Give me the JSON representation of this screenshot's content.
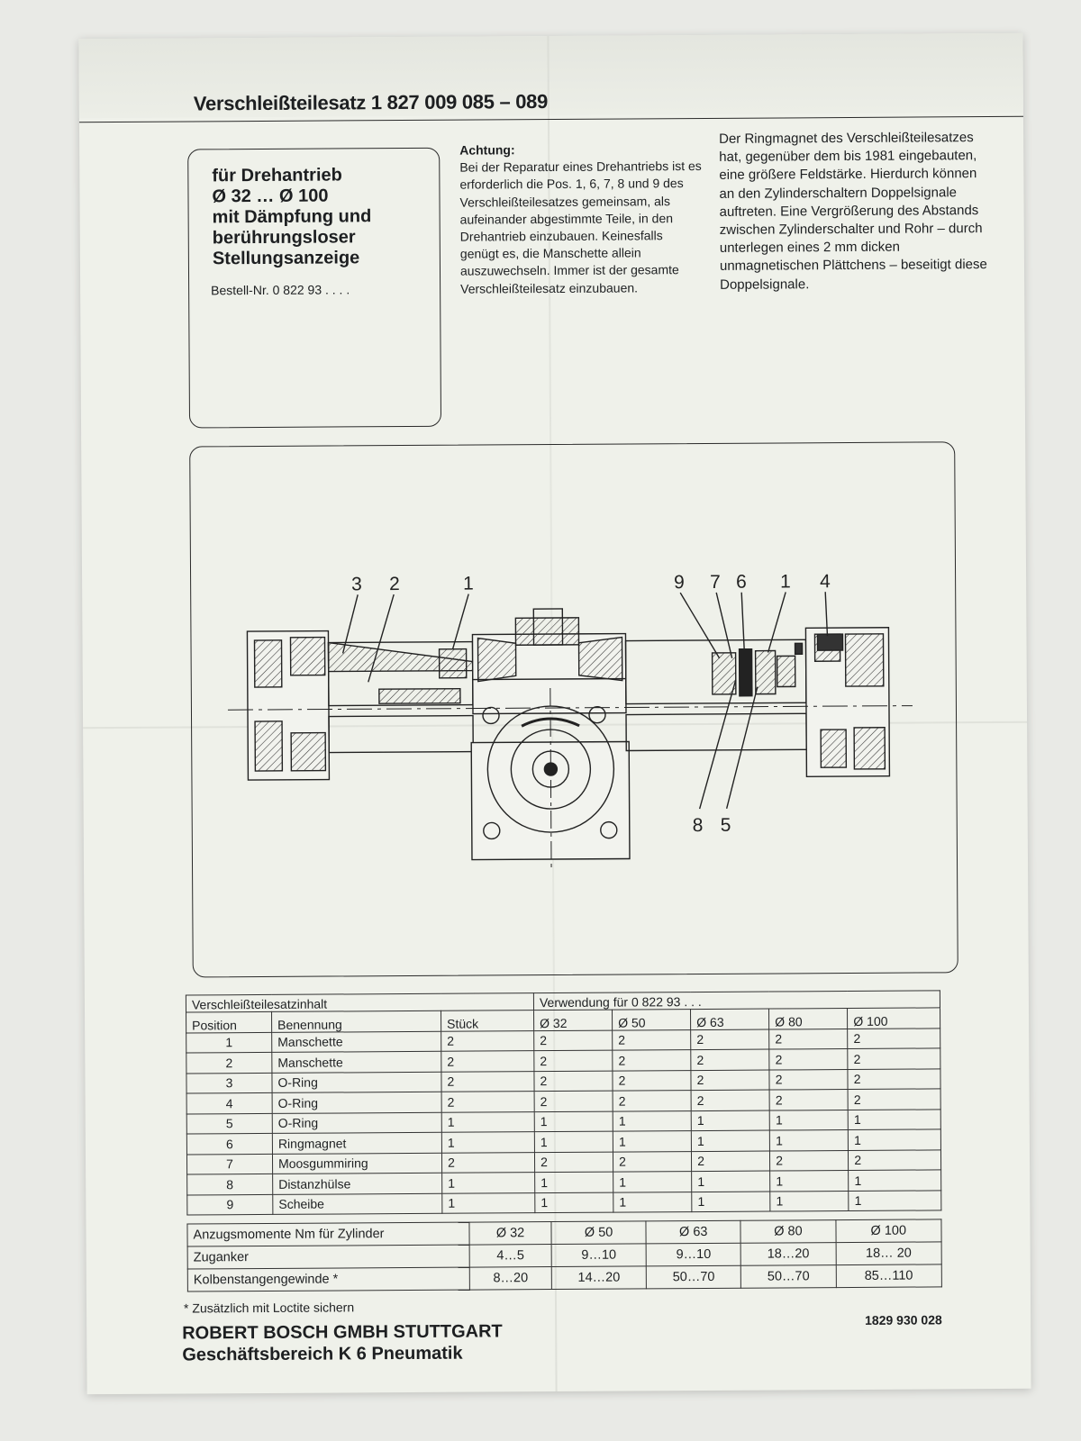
{
  "header": {
    "title": "Verschleißteilesatz 1 827 009 085 – 089"
  },
  "product_box": {
    "lines": "für Drehantrieb\nØ 32 … Ø 100\nmit Dämpfung und\nberührungsloser\nStellungsanzeige",
    "order_number": "Bestell-Nr. 0 822 93 . . . ."
  },
  "attention": {
    "heading": "Achtung:",
    "text": "Bei der Reparatur eines Drehantriebs ist es erforderlich die Pos. 1, 6, 7, 8 und 9 des Verschleißteilesatzes gemeinsam, als aufeinander abgestimmte Teile, in den Drehantrieb einzubauen. Keinesfalls genügt es, die Manschette allein auszuwechseln. Immer ist der gesamte Verschleißteilesatz einzubauen."
  },
  "note": {
    "text": "Der Ringmagnet des Verschleißteilesatzes hat, gegenüber dem bis 1981 eingebauten, eine größere Feldstärke. Hierdurch können an den Zylinderschaltern Doppelsignale auftreten. Eine Vergrößerung des Abstands zwischen Zylinderschalter und Rohr – durch unterlegen eines 2 mm dicken unmagnetischen Plättchens – beseitigt diese Doppelsignale."
  },
  "diagram": {
    "callouts_top": [
      "3",
      "2",
      "1",
      "9",
      "7",
      "6",
      "1",
      "4"
    ],
    "callouts_bottom": [
      "8",
      "5"
    ]
  },
  "parts_table": {
    "title": "Verschleißteilesatzinhalt",
    "usage_title": "Verwendung für 0 822 93 . . .",
    "col_position": "Position",
    "col_name": "Benennung",
    "col_qty": "Stück",
    "sizes": [
      "Ø 32",
      "Ø 50",
      "Ø 63",
      "Ø 80",
      "Ø 100"
    ],
    "rows": [
      {
        "pos": "1",
        "name": "Manschette",
        "qty": "2",
        "usage": [
          "2",
          "2",
          "2",
          "2",
          "2"
        ]
      },
      {
        "pos": "2",
        "name": "Manschette",
        "qty": "2",
        "usage": [
          "2",
          "2",
          "2",
          "2",
          "2"
        ]
      },
      {
        "pos": "3",
        "name": "O-Ring",
        "qty": "2",
        "usage": [
          "2",
          "2",
          "2",
          "2",
          "2"
        ]
      },
      {
        "pos": "4",
        "name": "O-Ring",
        "qty": "2",
        "usage": [
          "2",
          "2",
          "2",
          "2",
          "2"
        ]
      },
      {
        "pos": "5",
        "name": "O-Ring",
        "qty": "1",
        "usage": [
          "1",
          "1",
          "1",
          "1",
          "1"
        ]
      },
      {
        "pos": "6",
        "name": "Ringmagnet",
        "qty": "1",
        "usage": [
          "1",
          "1",
          "1",
          "1",
          "1"
        ]
      },
      {
        "pos": "7",
        "name": "Moosgummiring",
        "qty": "2",
        "usage": [
          "2",
          "2",
          "2",
          "2",
          "2"
        ]
      },
      {
        "pos": "8",
        "name": "Distanzhülse",
        "qty": "1",
        "usage": [
          "1",
          "1",
          "1",
          "1",
          "1"
        ]
      },
      {
        "pos": "9",
        "name": "Scheibe",
        "qty": "1",
        "usage": [
          "1",
          "1",
          "1",
          "1",
          "1"
        ]
      }
    ]
  },
  "torque_table": {
    "heading": "Anzugsmomente Nm für Zylinder",
    "sizes": [
      "Ø 32",
      "Ø 50",
      "Ø 63",
      "Ø 80",
      "Ø 100"
    ],
    "rows": [
      {
        "label": "Zuganker",
        "values": [
          "4…5",
          "9…10",
          "9…10",
          "18…20",
          "18… 20"
        ]
      },
      {
        "label": "Kolbenstangengewinde *",
        "values": [
          "8…20",
          "14…20",
          "50…70",
          "50…70",
          "85…110"
        ]
      }
    ]
  },
  "footnote": "* Zusätzlich mit Loctite sichern",
  "company": {
    "name": "ROBERT BOSCH GMBH STUTTGART",
    "division": "Geschäftsbereich K 6 Pneumatik"
  },
  "doc_number": "1829 930 028"
}
